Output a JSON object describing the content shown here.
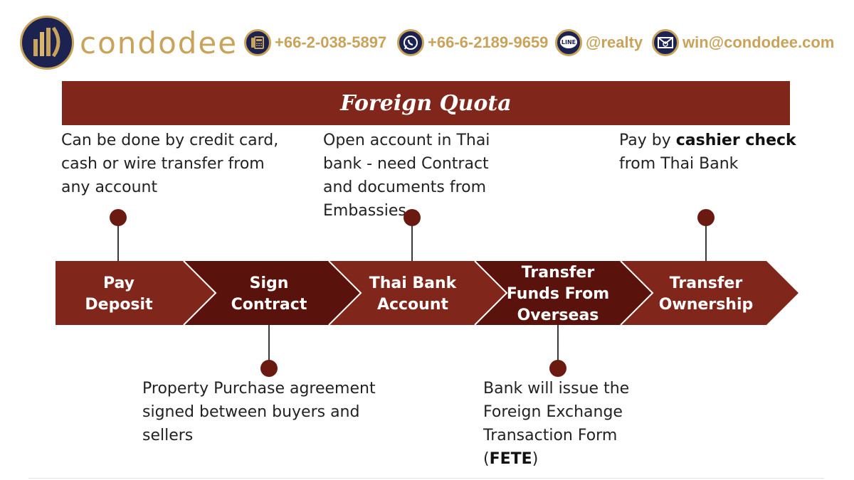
{
  "header": {
    "brand": "condodee",
    "contacts": [
      {
        "icon": "phone-icon",
        "text": "+66-2-038-5897"
      },
      {
        "icon": "whatsapp-icon",
        "text": "+66-6-2189-9659"
      },
      {
        "icon": "line-icon",
        "text": "@realty",
        "icon_text": "LINE"
      },
      {
        "icon": "email-icon",
        "text": "win@condodee.com"
      }
    ]
  },
  "banner": {
    "title": "Foreign Quota"
  },
  "steps": [
    {
      "lines": [
        "Pay",
        "Deposit"
      ]
    },
    {
      "lines": [
        "Sign",
        "Contract"
      ]
    },
    {
      "lines": [
        "Thai Bank",
        "Account"
      ]
    },
    {
      "lines": [
        "Transfer",
        "Funds From",
        "Overseas"
      ]
    },
    {
      "lines": [
        "Transfer",
        "Ownership"
      ]
    }
  ],
  "notes": {
    "deposit": [
      "Can be done by credit card,",
      "cash or wire transfer from",
      "any account"
    ],
    "bank_account": [
      "Open account in Thai",
      "bank - need Contract",
      "and documents from",
      "Embassies"
    ],
    "ownership": {
      "prefix": "Pay by ",
      "bold": "cashier check",
      "line2": "from Thai Bank"
    },
    "contract": [
      "Property Purchase agreement",
      "signed between buyers and",
      "sellers"
    ],
    "transfer": {
      "lines": [
        "Bank will issue the",
        "Foreign Exchange",
        "Transaction Form"
      ],
      "open": "(",
      "bold": "FETE",
      "close": ")"
    }
  },
  "colors": {
    "primary": "#80261a",
    "dark": "#5a130c",
    "dot": "#6b1a12",
    "gold": "#c9a35a",
    "navy": "#1c2350"
  }
}
